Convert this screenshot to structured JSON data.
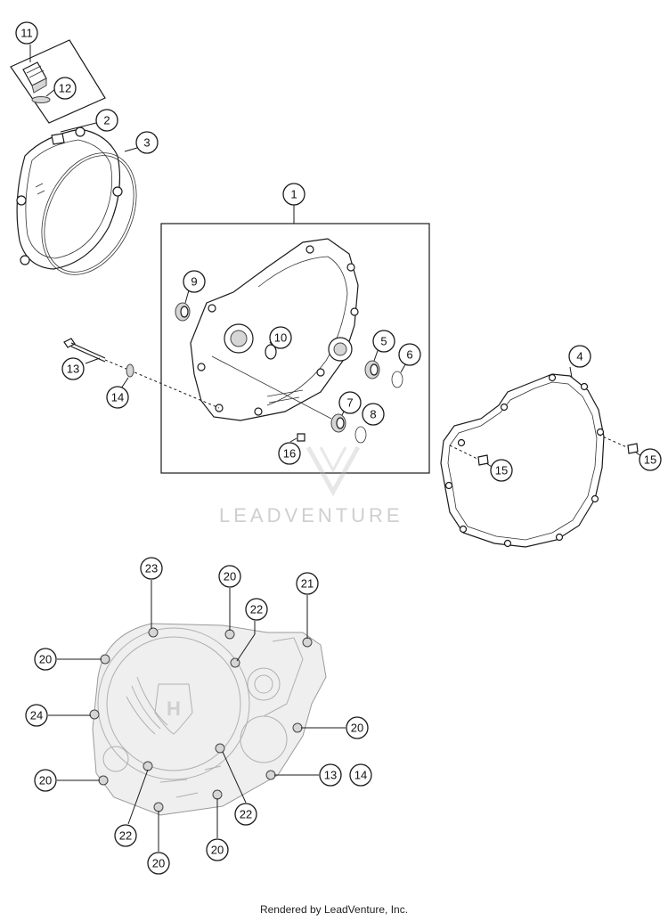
{
  "callouts": [
    {
      "id": "c1",
      "label": "1"
    },
    {
      "id": "c2",
      "label": "2"
    },
    {
      "id": "c3",
      "label": "3"
    },
    {
      "id": "c4",
      "label": "4"
    },
    {
      "id": "c5",
      "label": "5"
    },
    {
      "id": "c6",
      "label": "6"
    },
    {
      "id": "c7",
      "label": "7"
    },
    {
      "id": "c8",
      "label": "8"
    },
    {
      "id": "c9",
      "label": "9"
    },
    {
      "id": "c10",
      "label": "10"
    },
    {
      "id": "c11",
      "label": "11"
    },
    {
      "id": "c12",
      "label": "12"
    },
    {
      "id": "c13a",
      "label": "13"
    },
    {
      "id": "c14a",
      "label": "14"
    },
    {
      "id": "c15a",
      "label": "15"
    },
    {
      "id": "c15b",
      "label": "15"
    },
    {
      "id": "c16",
      "label": "16"
    },
    {
      "id": "c23",
      "label": "23"
    },
    {
      "id": "c20a",
      "label": "20"
    },
    {
      "id": "c21",
      "label": "21"
    },
    {
      "id": "c22a",
      "label": "22"
    },
    {
      "id": "c20b",
      "label": "20"
    },
    {
      "id": "c24",
      "label": "24"
    },
    {
      "id": "c20c",
      "label": "20"
    },
    {
      "id": "c20d",
      "label": "20"
    },
    {
      "id": "c13b",
      "label": "13"
    },
    {
      "id": "c14b",
      "label": "14"
    },
    {
      "id": "c22b",
      "label": "22"
    },
    {
      "id": "c22c",
      "label": "22"
    },
    {
      "id": "c20e",
      "label": "20"
    },
    {
      "id": "c20f",
      "label": "20"
    }
  ],
  "watermark": "LEADVENTURE",
  "footer": "Rendered by LeadVenture, Inc."
}
